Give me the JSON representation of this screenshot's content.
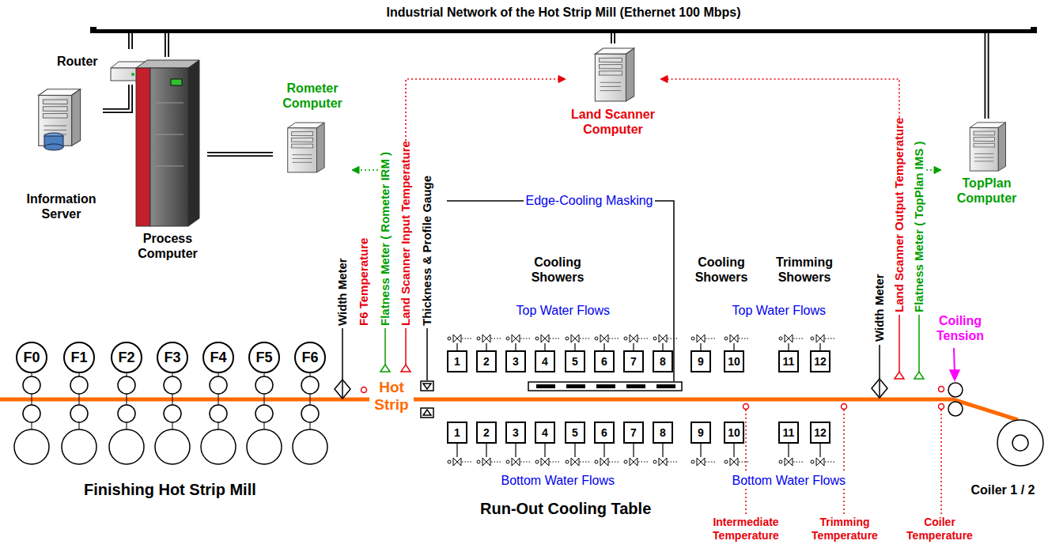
{
  "diagram": {
    "nodes": [
      {
        "text": [
          "Industrial Network of the Hot Strip Mill (Ethernet 100 Mbps)"
        ]
      },
      {
        "text": [
          "Router"
        ]
      },
      {
        "text": [
          "Information Server"
        ]
      },
      {
        "text": [
          "Process Computer"
        ]
      },
      {
        "text": [
          "Rometer Computer"
        ]
      },
      {
        "text": [
          "Land Scanner Computer"
        ]
      },
      {
        "text": [
          "TopPlan Computer"
        ]
      },
      {
        "text": [
          "Flatness Meter ( Rometer IRM )"
        ]
      },
      {
        "text": [
          "Land Scanner Input Temperature"
        ]
      },
      {
        "text": [
          "Land Scanner Output Temperature"
        ]
      },
      {
        "text": [
          "Flatness Meter ( TopPlan IMS )"
        ]
      },
      {
        "text": [
          "F0"
        ]
      },
      {
        "text": [
          "F1"
        ]
      },
      {
        "text": [
          "F2"
        ]
      },
      {
        "text": [
          "F3"
        ]
      },
      {
        "text": [
          "F4"
        ]
      },
      {
        "text": [
          "F5"
        ]
      },
      {
        "text": [
          "F6"
        ]
      },
      {
        "text": [
          "1"
        ]
      },
      {
        "text": [
          "2"
        ]
      },
      {
        "text": [
          "3"
        ]
      },
      {
        "text": [
          "4"
        ]
      },
      {
        "text": [
          "5"
        ]
      },
      {
        "text": [
          "6"
        ]
      },
      {
        "text": [
          "7"
        ]
      },
      {
        "text": [
          "8"
        ]
      },
      {
        "text": [
          "9"
        ]
      },
      {
        "text": [
          "10"
        ]
      },
      {
        "text": [
          "11"
        ]
      },
      {
        "text": [
          "12"
        ]
      },
      {
        "text": [
          "1"
        ]
      },
      {
        "text": [
          "2"
        ]
      },
      {
        "text": [
          "3"
        ]
      },
      {
        "text": [
          "4"
        ]
      },
      {
        "text": [
          "5"
        ]
      },
      {
        "text": [
          "6"
        ]
      },
      {
        "text": [
          "7"
        ]
      },
      {
        "text": [
          "8"
        ]
      },
      {
        "text": [
          "9"
        ]
      },
      {
        "text": [
          "10"
        ]
      },
      {
        "text": [
          "11"
        ]
      },
      {
        "text": [
          "12"
        ]
      }
    ],
    "edges": [
      {
        "from": 0,
        "to": 1,
        "arrow": "none"
      },
      {
        "from": 1,
        "to": 2,
        "arrow": "none"
      },
      {
        "from": 0,
        "to": 3,
        "arrow": "none"
      },
      {
        "from": 3,
        "to": 4,
        "arrow": "none"
      },
      {
        "from": 0,
        "to": 5,
        "arrow": "none"
      },
      {
        "from": 0,
        "to": 6,
        "arrow": "none"
      },
      {
        "from": 7,
        "to": 4,
        "arrow": "to"
      },
      {
        "from": 8,
        "to": 5,
        "arrow": "to"
      },
      {
        "from": 9,
        "to": 5,
        "arrow": "to"
      },
      {
        "from": 10,
        "to": 6,
        "arrow": "to"
      }
    ],
    "labels": [
      "Width Meter",
      "F6 Temperature",
      "Thickness & Profile Gauge",
      "Edge-Cooling Masking",
      "Cooling Showers",
      "Cooling Showers",
      "Trimming Showers",
      "Top Water Flows",
      "Top Water Flows",
      "Width Meter",
      "Coiling Tension",
      "Hot Strip",
      "Bottom Water Flows",
      "Bottom Water Flows",
      "Finishing Hot Strip Mill",
      "Run-Out Cooling Table",
      "Intermediate Temperature",
      "Trimming Temperature",
      "Coiler Temperature",
      "Coiler 1 / 2"
    ]
  }
}
